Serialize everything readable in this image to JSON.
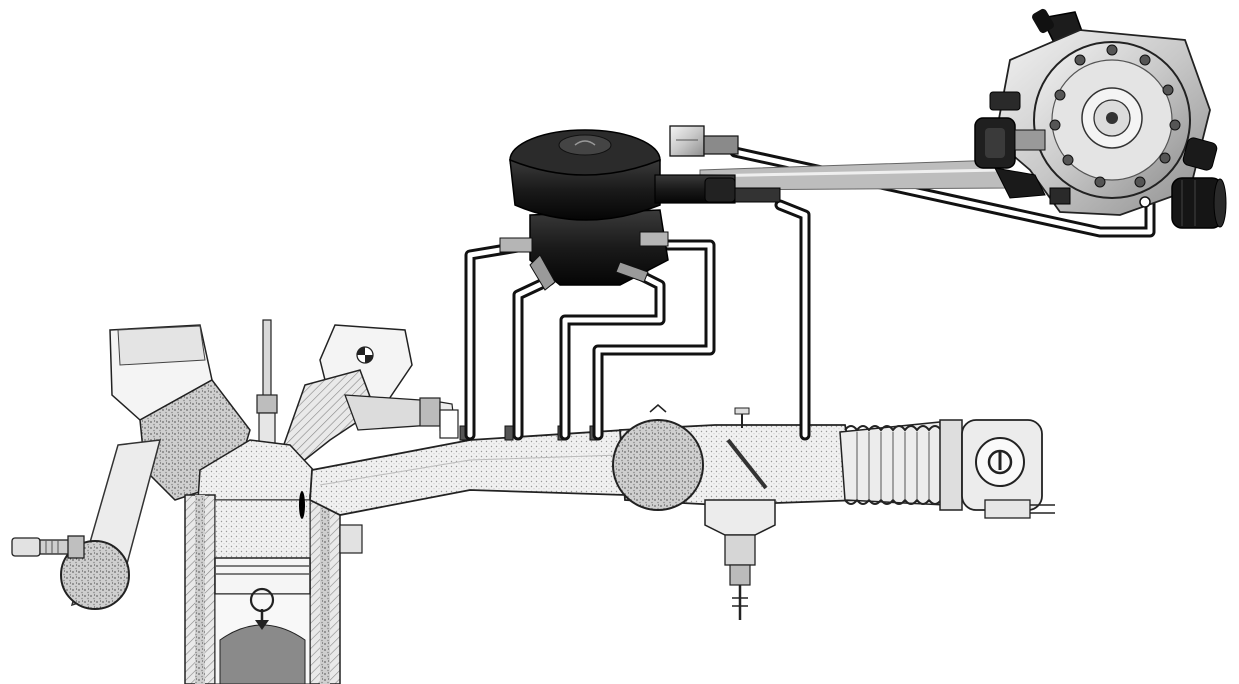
{
  "diagram": {
    "components": [
      {
        "id": "engine-cylinder-head",
        "icon": "engine-icon"
      },
      {
        "id": "piston",
        "icon": "piston-icon"
      },
      {
        "id": "intake-manifold",
        "icon": "manifold-icon"
      },
      {
        "id": "throttle-body",
        "icon": "throttle-icon"
      },
      {
        "id": "air-filter-hose",
        "icon": "bellows-icon"
      },
      {
        "id": "gas-injector-rail",
        "icon": "injector-rail-icon"
      },
      {
        "id": "gas-reducer-vaporizer",
        "icon": "reducer-icon"
      }
    ],
    "colors": {
      "pipe": "#111111",
      "pipe-inner": "#ffffff",
      "metal-light": "#d9d9d9",
      "metal-dark": "#1c1c1c",
      "mixture-fill": "#e8e8e8"
    }
  }
}
